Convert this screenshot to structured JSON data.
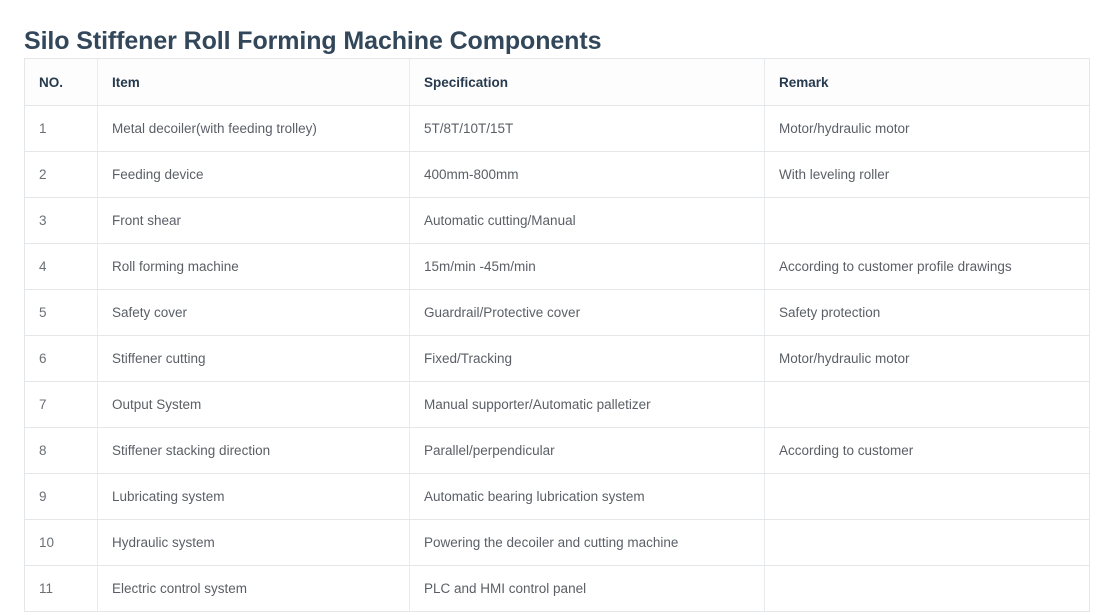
{
  "page": {
    "title": "Silo Stiffener Roll Forming Machine Components",
    "title_color": "#33475b",
    "background_color": "#ffffff",
    "border_color": "#e4e7ea",
    "body_text_color": "#5a5f66",
    "header_text_color": "#273a4d"
  },
  "table": {
    "columns": [
      {
        "key": "no",
        "label": "NO."
      },
      {
        "key": "item",
        "label": "Item"
      },
      {
        "key": "specification",
        "label": "Specification"
      },
      {
        "key": "remark",
        "label": "Remark"
      }
    ],
    "rows": [
      {
        "no": "1",
        "item": "Metal decoiler(with feeding trolley)",
        "specification": "5T/8T/10T/15T",
        "remark": "Motor/hydraulic motor"
      },
      {
        "no": "2",
        "item": "Feeding device",
        "specification": "400mm-800mm",
        "remark": "With leveling roller"
      },
      {
        "no": "3",
        "item": "Front shear",
        "specification": "Automatic cutting/Manual",
        "remark": ""
      },
      {
        "no": "4",
        "item": "Roll forming machine",
        "specification": "15m/min -45m/min",
        "remark": "According to customer profile drawings"
      },
      {
        "no": "5",
        "item": "Safety cover",
        "specification": "Guardrail/Protective cover",
        "remark": "Safety protection"
      },
      {
        "no": "6",
        "item": "Stiffener cutting",
        "specification": "Fixed/Tracking",
        "remark": "Motor/hydraulic motor"
      },
      {
        "no": "7",
        "item": "Output System",
        "specification": "Manual supporter/Automatic palletizer",
        "remark": ""
      },
      {
        "no": "8",
        "item": "Stiffener stacking direction",
        "specification": "Parallel/perpendicular",
        "remark": "According to customer"
      },
      {
        "no": "9",
        "item": "Lubricating system",
        "specification": "Automatic bearing lubrication system",
        "remark": ""
      },
      {
        "no": "10",
        "item": "Hydraulic system",
        "specification": "Powering the decoiler and cutting machine",
        "remark": ""
      },
      {
        "no": "11",
        "item": "Electric control system",
        "specification": "PLC and HMI control panel",
        "remark": ""
      }
    ]
  }
}
